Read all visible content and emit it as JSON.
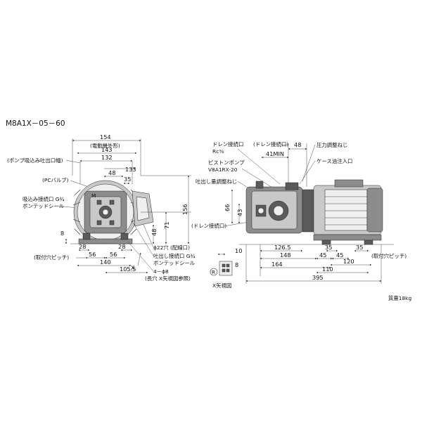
{
  "title": "M8A1X－05－60",
  "weight": "質量18kg",
  "front_view": {
    "dims": {
      "d154": "154",
      "motor_outline": "(電動機外形)",
      "d143": "143",
      "d132": "132",
      "d133": "133",
      "d48": "48",
      "d35": "35",
      "d156": "156",
      "d71": "71",
      "d48b": "48",
      "d8": "8",
      "d28a": "28",
      "d28b": "28",
      "d56a": "56",
      "d56b": "56",
      "d140": "140",
      "d105": "105.5",
      "x": "X"
    },
    "labels": {
      "pump_port": "(ポンプ吸込み吐出口幅)",
      "pc_valve": "(PCバルブ)",
      "suction1": "吸込み接続口 G¾",
      "suction2": "ボンテッドシール",
      "mount_pitch": "(取付穴ピッチ)",
      "hole22": "ϕ22穴 (配線口)",
      "disch1": "吐出し接続口 G¾",
      "disch2": "ボンテッドシール",
      "holes8": "4－ϕ8",
      "long_hole": "(長穴 X矢視図参照)"
    }
  },
  "side_view": {
    "dims": {
      "d48": "48",
      "d41min": "41MIN",
      "d66": "66",
      "d43": "43",
      "d126": "126.5",
      "d35a": "35",
      "d35b": "35",
      "d148": "148",
      "d45a": "45",
      "d45b": "45",
      "d164": "164",
      "d120": "120",
      "d110": "110",
      "d395": "395",
      "d10": "10",
      "d8": "8",
      "r": "R"
    },
    "labels": {
      "drain1": "ドレン接続口",
      "drain_rc": "Rc⅜",
      "piston_pump": "ピストンポンプ",
      "pump_model": "V8A1RX-20",
      "flow_adj": "吐出し量調整ねじ",
      "drain2": "(ドレン接続口)",
      "drain3": "(ドレン接続口)",
      "pressure_adj": "圧力調整ねじ",
      "oil_inlet": "ケース油注入口",
      "mount_pitch": "(取付穴ピッチ)",
      "x_view": "X矢視図"
    }
  }
}
